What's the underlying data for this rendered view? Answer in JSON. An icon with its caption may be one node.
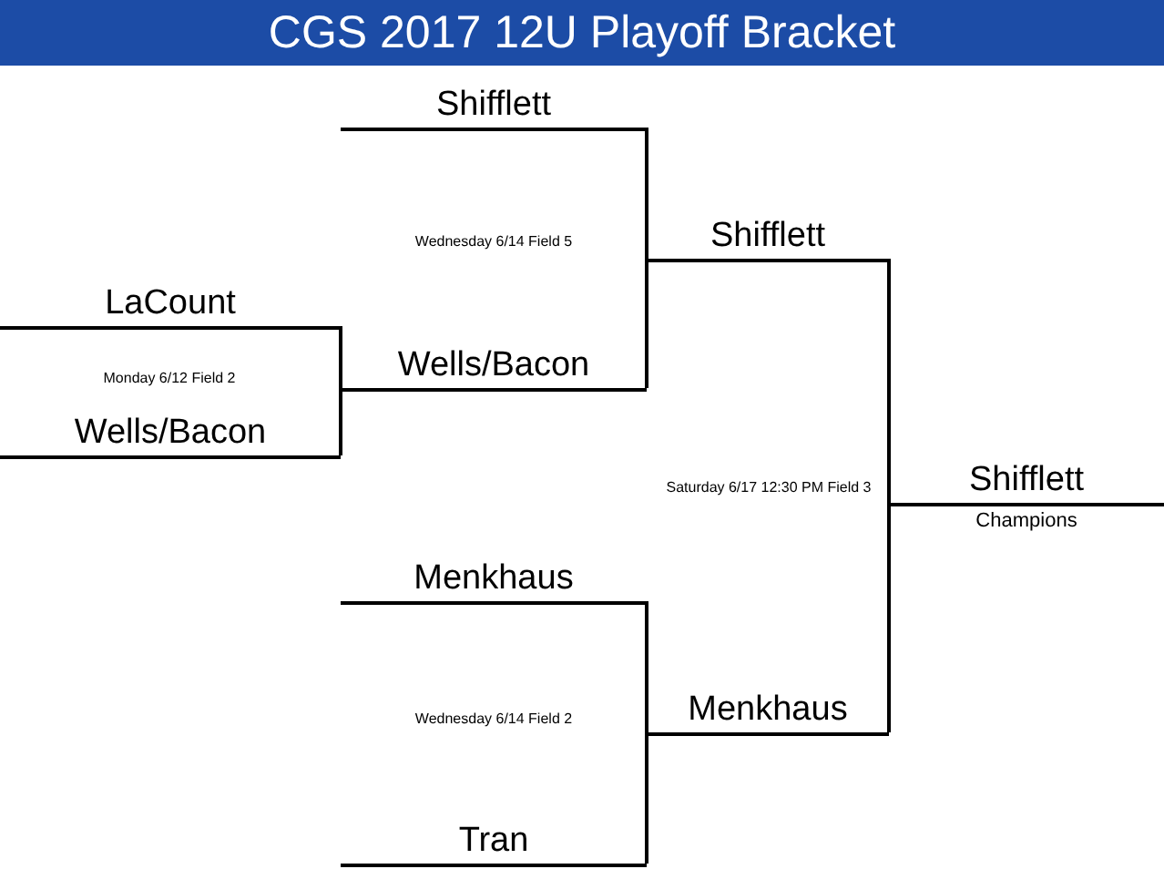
{
  "diagram": {
    "title": "CGS 2017 12U Playoff Bracket",
    "nodes": [
      {
        "text": [
          "Shifflett"
        ]
      },
      {
        "text": [
          "LaCount"
        ]
      },
      {
        "text": [
          "Wells/Bacon"
        ]
      },
      {
        "text": [
          "Wells/Bacon"
        ]
      },
      {
        "text": [
          "Menkhaus"
        ]
      },
      {
        "text": [
          "Tran"
        ]
      },
      {
        "text": [
          "Shifflett"
        ]
      },
      {
        "text": [
          "Menkhaus"
        ]
      },
      {
        "text": [
          "Shifflett"
        ],
        "beside": [
          "Champions"
        ]
      }
    ],
    "edges": [
      {
        "from": 1,
        "to": 3,
        "arrow": "none"
      },
      {
        "from": 2,
        "to": 3,
        "arrow": "none"
      },
      {
        "from": 0,
        "to": 6,
        "arrow": "none"
      },
      {
        "from": 3,
        "to": 6,
        "arrow": "none"
      },
      {
        "from": 4,
        "to": 7,
        "arrow": "none"
      },
      {
        "from": 5,
        "to": 7,
        "arrow": "none"
      },
      {
        "from": 6,
        "to": 8,
        "arrow": "none"
      },
      {
        "from": 7,
        "to": 8,
        "arrow": "none"
      }
    ],
    "labels": [
      "Wednesday 6/14 Field 5",
      "Monday 6/12 Field 2",
      "Saturday 6/17 12:30 PM Field 3",
      "Wednesday 6/14 Field 2"
    ]
  }
}
